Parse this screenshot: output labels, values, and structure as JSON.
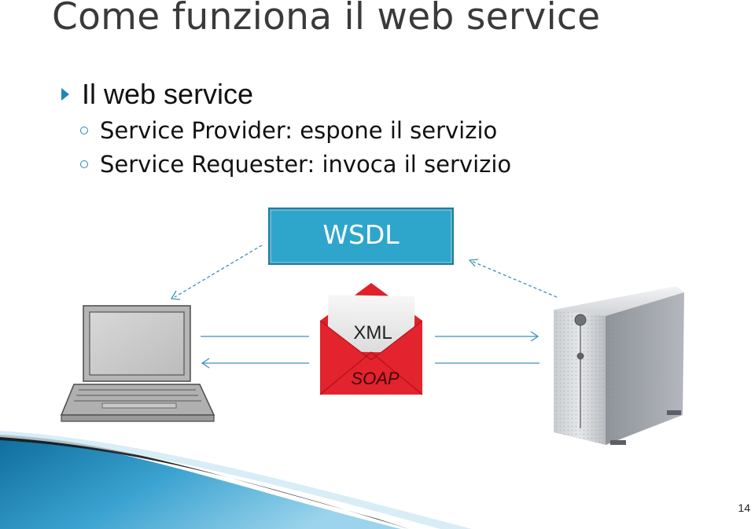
{
  "slide": {
    "title": "Come funziona il web service",
    "page_number": "14"
  },
  "bullets": {
    "main": "Il web service",
    "sub": [
      "Service Provider: espone il servizio",
      "Service Requester: invoca il servizio"
    ]
  },
  "diagram": {
    "wsdl_label": "WSDL",
    "xml_label": "XML",
    "soap_label": "SOAP",
    "client_icon": "laptop-icon",
    "server_icon": "server-icon",
    "envelope_icon": "envelope-icon"
  },
  "colors": {
    "accent_blue": "#2aa3c9",
    "envelope_red": "#e0202a",
    "arrow_blue": "#3f8fb8"
  }
}
